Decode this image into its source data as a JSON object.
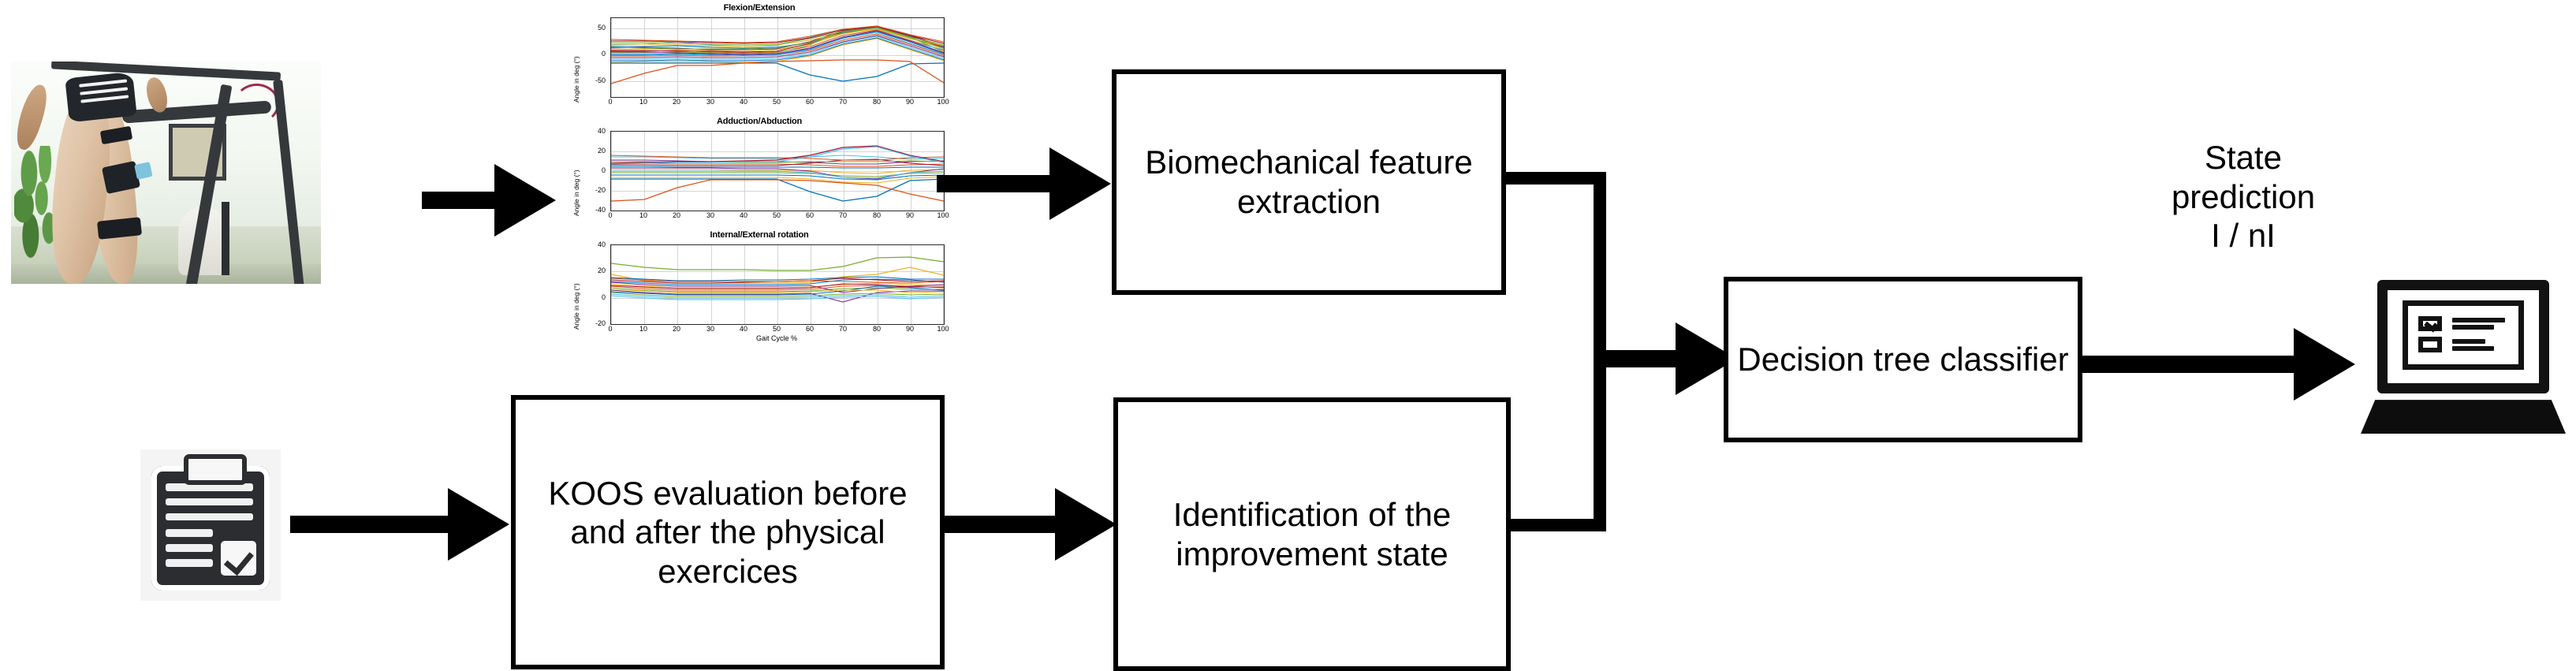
{
  "figure": {
    "type": "pipeline-flow-diagram",
    "background": "#ffffff",
    "stroke": "#000000"
  },
  "inputs": {
    "gait_photo": {
      "name": "treadmill-gait-photo",
      "description": "Person walking on treadmill with knee goniometer sensor"
    },
    "questionnaire_icon": {
      "name": "clipboard-checklist-icon",
      "description": "Clipboard with checklist and checkmark"
    }
  },
  "charts": [
    {
      "title": "Flexion/Extension",
      "ylabel": "Angle in deg (°)",
      "xlabel": "",
      "xticks": [
        0,
        10,
        20,
        30,
        40,
        50,
        60,
        70,
        80,
        90,
        100
      ],
      "yticks": [
        -50,
        0,
        50
      ],
      "ylim": [
        -70,
        80
      ],
      "xlim": [
        0,
        100
      ]
    },
    {
      "title": "Adduction/Abduction",
      "ylabel": "Angle in deg (°)",
      "xlabel": "",
      "xticks": [
        0,
        10,
        20,
        30,
        40,
        50,
        60,
        70,
        80,
        90,
        100
      ],
      "yticks": [
        -40,
        -20,
        0,
        20,
        40
      ],
      "ylim": [
        -40,
        40
      ],
      "xlim": [
        0,
        100
      ]
    },
    {
      "title": "Internal/External rotation",
      "ylabel": "Angle in deg (°)",
      "xlabel": "Gait Cycle %",
      "xticks": [
        0,
        10,
        20,
        30,
        40,
        50,
        60,
        70,
        80,
        90,
        100
      ],
      "yticks": [
        -20,
        0,
        20,
        40
      ],
      "ylim": [
        -20,
        40
      ],
      "xlim": [
        0,
        100
      ]
    }
  ],
  "chart_data": {
    "type": "line",
    "title": "Knee joint kinematics across the gait cycle (many overlaid trials)",
    "xlabel": "Gait Cycle %",
    "ylabel": "Angle in deg (°)",
    "grid": true,
    "legend": "none",
    "x": [
      0,
      10,
      20,
      30,
      40,
      50,
      60,
      70,
      80,
      90,
      100
    ],
    "panels": [
      {
        "title": "Flexion/Extension",
        "ylim": [
          -70,
          80
        ],
        "yticks": [
          -50,
          0,
          50
        ],
        "series": [
          {
            "name": "band-upper",
            "values": [
              30,
              30,
              32,
              27,
              25,
              25,
              30,
              55,
              68,
              48,
              28
            ]
          },
          {
            "name": "band-mean",
            "values": [
              12,
              12,
              12,
              10,
              9,
              10,
              22,
              45,
              58,
              32,
              12
            ]
          },
          {
            "name": "band-lower",
            "values": [
              -6,
              -6,
              -5,
              -5,
              -5,
              -4,
              2,
              22,
              36,
              10,
              -6
            ]
          },
          {
            "name": "outlier-blue",
            "values": [
              -17,
              -17,
              -17,
              -17,
              -17,
              -17,
              -40,
              -52,
              -42,
              -18,
              -17
            ]
          },
          {
            "name": "outlier-orange",
            "values": [
              -56,
              -36,
              -21,
              -21,
              -16,
              -12,
              -11,
              -10,
              -10,
              -12,
              -54
            ]
          }
        ]
      },
      {
        "title": "Adduction/Abduction",
        "ylim": [
          -40,
          40
        ],
        "yticks": [
          -40,
          -20,
          0,
          20,
          40
        ],
        "series": [
          {
            "name": "band-upper",
            "values": [
              15,
              15,
              14,
              13,
              13,
              13,
              14,
              18,
              20,
              17,
              14
            ]
          },
          {
            "name": "band-mean",
            "values": [
              3,
              3,
              3,
              3,
              3,
              3,
              3,
              2,
              2,
              3,
              3
            ]
          },
          {
            "name": "band-lower",
            "values": [
              -9,
              -9,
              -9,
              -9,
              -9,
              -9,
              -12,
              -18,
              -20,
              -12,
              -9
            ]
          },
          {
            "name": "outlier-darkred",
            "values": [
              8,
              9,
              10,
              10,
              10,
              11,
              16,
              24,
              26,
              16,
              10
            ]
          },
          {
            "name": "outlier-blue",
            "values": [
              -8,
              -8,
              -8,
              -8,
              -8,
              -8,
              -26,
              -30,
              -26,
              -10,
              -8
            ]
          },
          {
            "name": "outlier-orange",
            "values": [
              -30,
              -29,
              -16,
              -9,
              -9,
              -9,
              -10,
              -12,
              -14,
              -22,
              -30
            ]
          }
        ]
      },
      {
        "title": "Internal/External rotation",
        "ylim": [
          -20,
          40
        ],
        "yticks": [
          -20,
          0,
          20,
          40
        ],
        "series": [
          {
            "name": "outlier-green",
            "values": [
              26,
              23,
              21,
              21,
              21,
              21,
              21,
              24,
              31,
              31,
              27
            ]
          },
          {
            "name": "outlier-yellow",
            "values": [
              18,
              13,
              11,
              11,
              11,
              11,
              12,
              16,
              18,
              23,
              17
            ]
          },
          {
            "name": "band-upper",
            "values": [
              12,
              11,
              10,
              10,
              10,
              10,
              11,
              15,
              14,
              13,
              12
            ]
          },
          {
            "name": "band-mean",
            "values": [
              1,
              0,
              -1,
              -1,
              -1,
              -1,
              -1,
              2,
              3,
              1,
              1
            ]
          },
          {
            "name": "band-lower",
            "values": [
              -9,
              -11,
              -12,
              -12,
              -12,
              -12,
              -12,
              -18,
              -12,
              -10,
              -9
            ]
          }
        ]
      }
    ]
  },
  "boxes": [
    {
      "id": "biomech",
      "label": "Biomechanical\nfeature\nextraction",
      "name": "biomechanical-feature-extraction-box"
    },
    {
      "id": "koos",
      "label": "KOOS evaluation\nbefore and after\nthe physical\nexercices",
      "name": "koos-evaluation-box"
    },
    {
      "id": "identification",
      "label": "Identification of\nthe\nimprovement\nstate",
      "name": "identification-improvement-state-box"
    },
    {
      "id": "classifier",
      "label": "Decision tree\nclassifier",
      "name": "decision-tree-classifier-box"
    }
  ],
  "labels": {
    "state_prediction": "State\nprediction\nI / nI"
  },
  "output": {
    "name": "laptop-result-icon",
    "description": "Laptop displaying classification checklist result"
  }
}
